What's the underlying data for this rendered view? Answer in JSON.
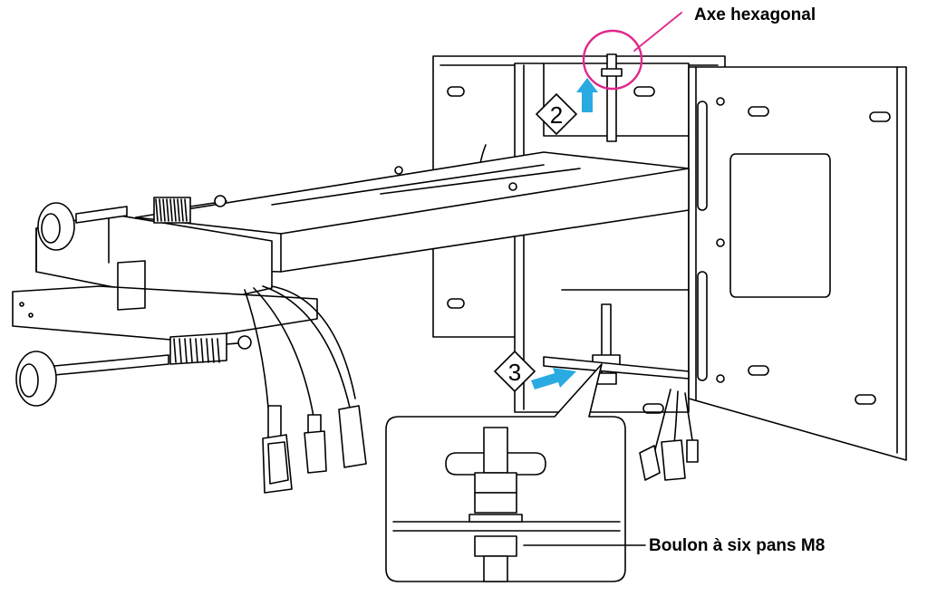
{
  "labels": {
    "hex_axis": "Axe hexagonal",
    "hex_bolt": "Boulon à six pans M8"
  },
  "steps": [
    {
      "number": "2",
      "arrow_direction": "up"
    },
    {
      "number": "3",
      "arrow_direction": "right"
    }
  ],
  "colors": {
    "callout_circle": "#e0288c",
    "arrow": "#29abe2",
    "line": "#000000"
  },
  "icons": {
    "step_marker": "diamond-badge",
    "direction_arrow": "arrow-icon"
  }
}
